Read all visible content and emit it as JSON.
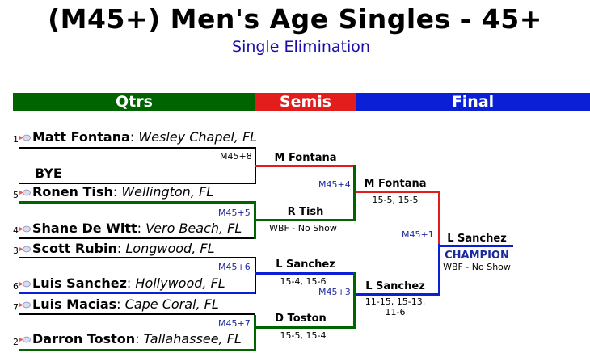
{
  "header": {
    "title": "(M45+) Men's Age Singles - 45+",
    "subtitle_link": "Single Elimination"
  },
  "rounds": [
    "Qtrs",
    "Semis",
    "Final"
  ],
  "colors": {
    "qtrs": "#006400",
    "semis": "#e31c1c",
    "final": "#0a1fd6",
    "line": "#000000"
  },
  "players": [
    {
      "seed": "1",
      "name": "Matt Fontana",
      "location": "Wesley Chapel, FL"
    },
    {
      "seed": "",
      "name": "BYE",
      "location": ""
    },
    {
      "seed": "5",
      "name": "Ronen Tish",
      "location": "Wellington, FL"
    },
    {
      "seed": "4",
      "name": "Shane De Witt",
      "location": "Vero Beach, FL"
    },
    {
      "seed": "3",
      "name": "Scott Rubin",
      "location": "Longwood, FL"
    },
    {
      "seed": "6",
      "name": "Luis Sanchez",
      "location": "Hollywood, FL"
    },
    {
      "seed": "7",
      "name": "Luis Macias",
      "location": "Cape Coral, FL"
    },
    {
      "seed": "2",
      "name": "Darron Toston",
      "location": "Tallahassee, FL"
    }
  ],
  "matches": {
    "qf1": {
      "code": "M45+8",
      "winner": "M Fontana",
      "score": ""
    },
    "qf2": {
      "code": "M45+5",
      "winner": "R Tish",
      "score": "WBF - No Show"
    },
    "qf3": {
      "code": "M45+6",
      "winner": "L Sanchez",
      "score": "15-4, 15-6"
    },
    "qf4": {
      "code": "M45+7",
      "winner": "D Toston",
      "score": "15-5, 15-4"
    },
    "sf1": {
      "code": "M45+4",
      "winner": "M Fontana",
      "score": "15-5, 15-5"
    },
    "sf2": {
      "code": "M45+3",
      "winner": "L Sanchez",
      "score": "11-15, 15-13,",
      "score2": "11-6"
    },
    "final": {
      "code": "M45+1",
      "winner": "L Sanchez",
      "label": "CHAMPION",
      "score": "WBF - No Show"
    }
  }
}
